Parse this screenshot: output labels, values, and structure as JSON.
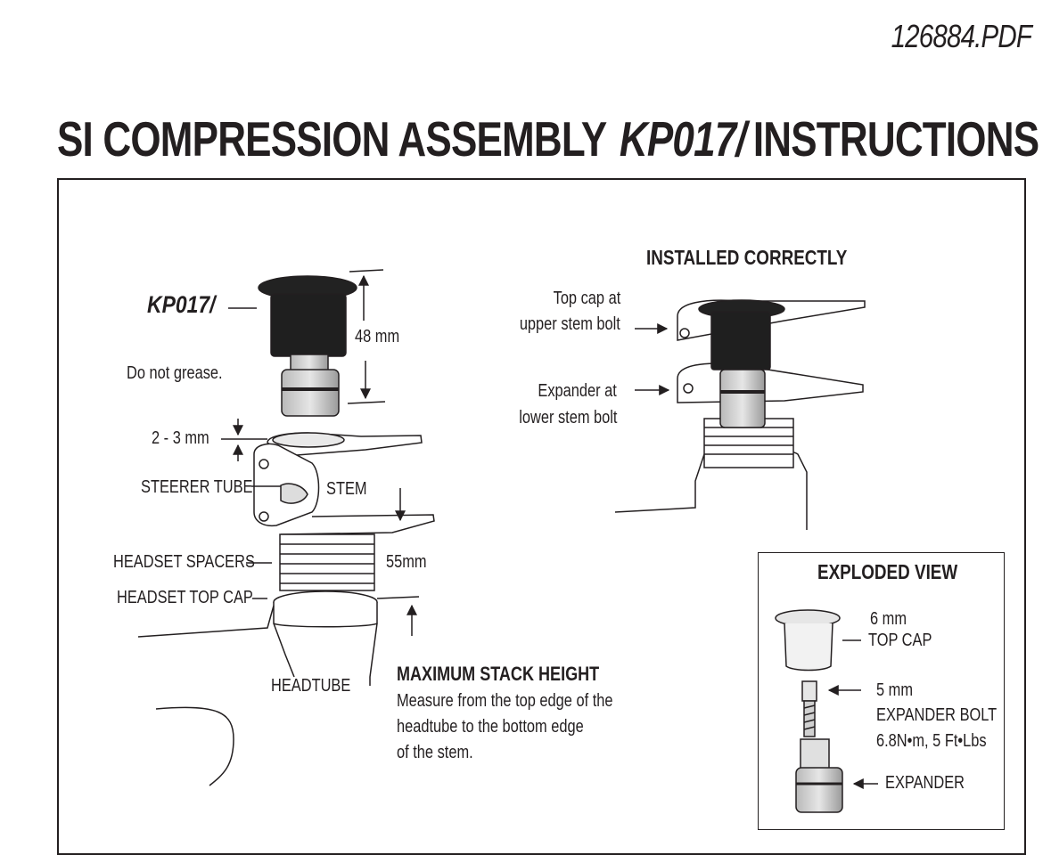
{
  "document": {
    "file_id": "126884.PDF",
    "title_main": "SI COMPRESSION ASSEMBLY",
    "title_code": "KP017/",
    "title_tail": "INSTRUCTIONS"
  },
  "left_figure": {
    "part_code": "KP017/",
    "height_label": "48 mm",
    "grease_note": "Do not grease.",
    "gap_label": "2 - 3 mm",
    "steerer_label": "STEERER TUBE",
    "stem_label": "STEM",
    "spacers_label": "HEADSET SPACERS",
    "stack_label": "55mm",
    "headset_cap_label": "HEADSET TOP CAP",
    "headtube_label": "HEADTUBE"
  },
  "stack_note": {
    "heading": "MAXIMUM STACK HEIGHT",
    "line1": "Measure from the top edge of the",
    "line2": "headtube to the bottom edge",
    "line3": "of the stem."
  },
  "installed": {
    "heading": "INSTALLED CORRECTLY",
    "topcap_line1": "Top cap at",
    "topcap_line2": "upper stem bolt",
    "expander_line1": "Expander at",
    "expander_line2": "lower stem bolt"
  },
  "exploded": {
    "heading": "EXPLODED VIEW",
    "topcap_size": "6 mm",
    "topcap_name": "TOP CAP",
    "bolt_size": "5 mm",
    "bolt_name": "EXPANDER BOLT",
    "bolt_torque": "6.8N•m, 5 Ft•Lbs",
    "expander_name": "EXPANDER"
  }
}
